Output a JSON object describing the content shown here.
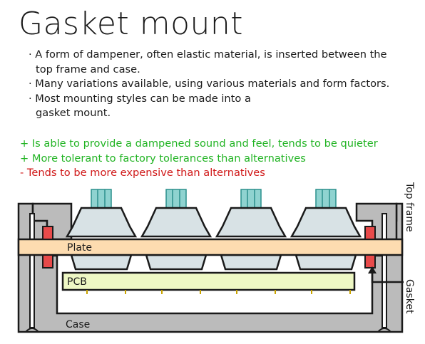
{
  "title": "Gasket mount",
  "bullets": [
    {
      "line1": "A form of dampener, often elastic material, is inserted between the",
      "line2": "top frame and case."
    },
    {
      "line1": "Many variations available, using various materials and form factors.",
      "line2": ""
    },
    {
      "line1": "Most mounting styles can be made into a",
      "line2": "gasket mount."
    }
  ],
  "pros_cons": [
    {
      "kind": "pro",
      "text": "+ Is able to provide a dampened sound and feel, tends to be quieter"
    },
    {
      "kind": "pro",
      "text": "+ More tolerant to factory tolerances than alternatives"
    },
    {
      "kind": "con",
      "text": "- Tends to be more expensive than alternatives"
    }
  ],
  "diagram": {
    "plate_label": "Plate",
    "pcb_label": "PCB",
    "case_label": "Case",
    "top_frame_label": "Top frame",
    "gasket_label": "Gasket",
    "switch_count": 4,
    "colors": {
      "plate": "#fddcb0",
      "pcb": "#eef8c4",
      "frame": "#bbbbbb",
      "switch_body": "#d8e2e5",
      "stem": "#8fd3d0",
      "gasket": "#e84a4a",
      "pin": "#c9a300"
    }
  }
}
